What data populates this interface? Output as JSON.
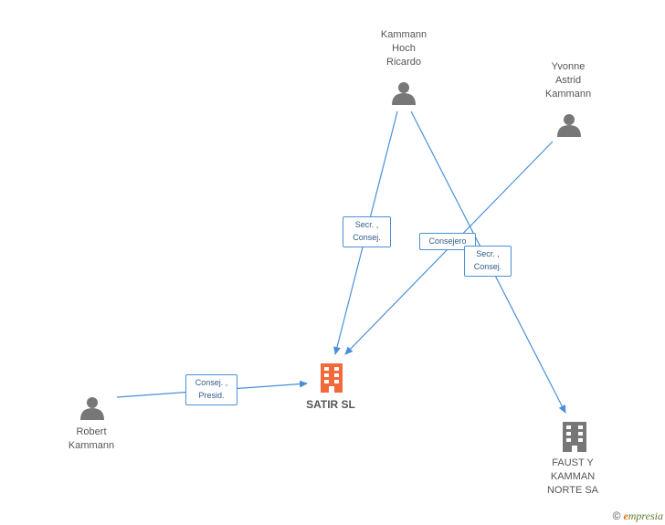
{
  "colors": {
    "edge": "#4a90d9",
    "person": "#777777",
    "company_main": "#f26a3a",
    "company_other": "#777777"
  },
  "nodes": {
    "kammann_hoch": {
      "label": "Kammann\nHoch\nRicardo",
      "icon": "person-icon"
    },
    "yvonne": {
      "label": "Yvonne\nAstrid\nKammann",
      "icon": "person-icon"
    },
    "robert": {
      "label": "Robert\nKammann",
      "icon": "person-icon"
    },
    "satir": {
      "label": "SATIR SL",
      "icon": "building-icon"
    },
    "faust": {
      "label": "FAUST Y\nKAMMAN\nNORTE SA",
      "icon": "building-icon"
    }
  },
  "edges": {
    "hoch_satir": "Secr. ,\nConsej.",
    "yvonne_satir": "Consejero",
    "hoch_faust": "Secr. ,\nConsej.",
    "robert_satir": "Consej. ,\nPresid."
  },
  "watermark": {
    "copyright": "©",
    "brand_initial": "e",
    "brand_rest": "mpresia"
  }
}
